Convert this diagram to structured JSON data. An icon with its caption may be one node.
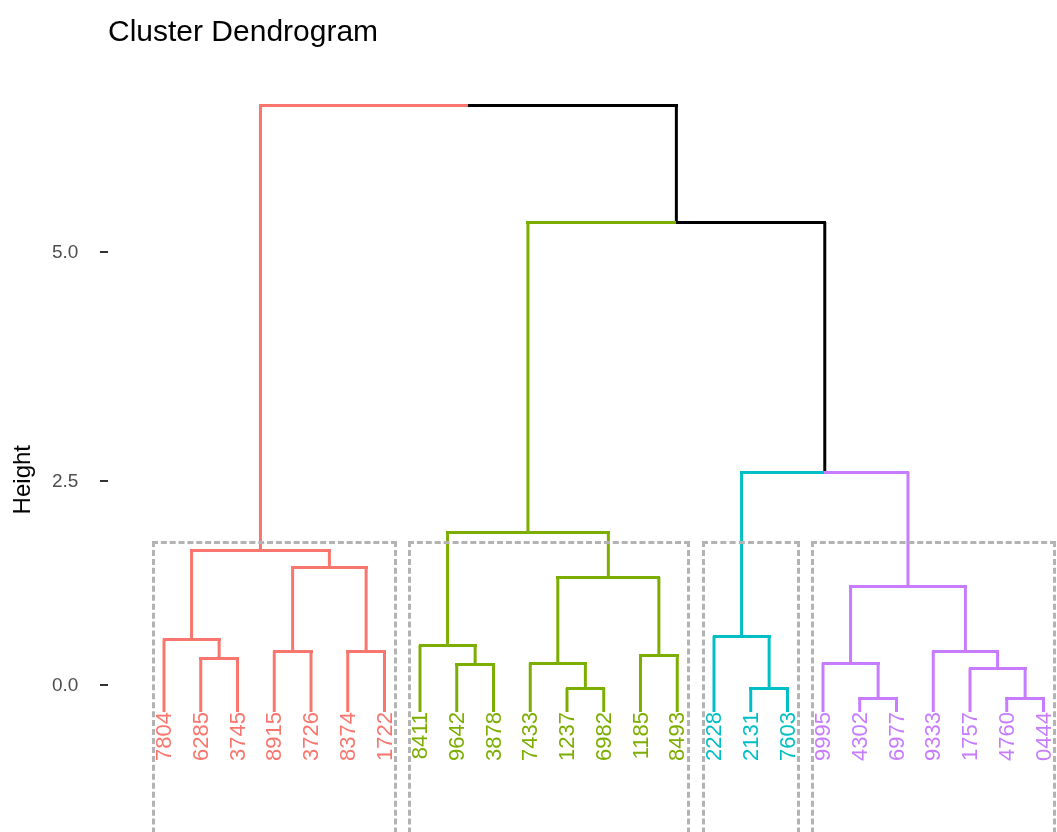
{
  "diagram": {
    "title": "Cluster Dendrogram",
    "nodes": [
      {
        "text": [],
        "shape": "box"
      },
      {
        "text": [],
        "shape": "box"
      },
      {
        "text": [],
        "shape": "box"
      },
      {
        "text": [],
        "shape": "box"
      },
      {
        "text": [
          "7804"
        ],
        "in": 0
      },
      {
        "text": [
          "6285"
        ],
        "in": 0
      },
      {
        "text": [
          "3745"
        ],
        "in": 0
      },
      {
        "text": [
          "8915"
        ],
        "in": 0
      },
      {
        "text": [
          "3726"
        ],
        "in": 0
      },
      {
        "text": [
          "8374"
        ],
        "in": 0
      },
      {
        "text": [
          "1722"
        ],
        "in": 0
      },
      {
        "text": [
          "8411"
        ],
        "in": 1
      },
      {
        "text": [
          "9642"
        ],
        "in": 1
      },
      {
        "text": [
          "3878"
        ],
        "in": 1
      },
      {
        "text": [
          "7433"
        ],
        "in": 1
      },
      {
        "text": [
          "1237"
        ],
        "in": 1
      },
      {
        "text": [
          "6982"
        ],
        "in": 1
      },
      {
        "text": [
          "1185"
        ],
        "in": 1
      },
      {
        "text": [
          "8493"
        ],
        "in": 1
      },
      {
        "text": [
          "2228"
        ],
        "in": 2
      },
      {
        "text": [
          "2131"
        ],
        "in": 2
      },
      {
        "text": [
          "7603"
        ],
        "in": 2
      },
      {
        "text": [
          "9995"
        ],
        "in": 3
      },
      {
        "text": [
          "4302"
        ],
        "in": 3
      },
      {
        "text": [
          "6977"
        ],
        "in": 3
      },
      {
        "text": [
          "9333"
        ],
        "in": 3
      },
      {
        "text": [
          "1757"
        ],
        "in": 3
      },
      {
        "text": [
          "4760"
        ],
        "in": 3
      },
      {
        "text": [
          "0444"
        ],
        "in": 3
      },
      {
        "text": [],
        "shape": "bar"
      },
      {
        "text": [],
        "shape": "bar"
      },
      {
        "text": [],
        "shape": "bar"
      },
      {
        "text": [],
        "shape": "bar"
      },
      {
        "text": [],
        "shape": "bar",
        "in": 0
      },
      {
        "text": [],
        "shape": "bar",
        "in": 0
      },
      {
        "text": [],
        "shape": "bar",
        "in": 1
      },
      {
        "text": [],
        "shape": "bar",
        "in": 3
      },
      {
        "text": [],
        "shape": "bar",
        "in": 2
      },
      {
        "text": [],
        "shape": "bar",
        "in": 0
      },
      {
        "text": [],
        "shape": "bar",
        "in": 1
      },
      {
        "text": [],
        "shape": "bar",
        "in": 0
      },
      {
        "text": [],
        "shape": "bar",
        "in": 0
      },
      {
        "text": [],
        "shape": "bar",
        "in": 3
      },
      {
        "text": [],
        "shape": "bar",
        "in": 1
      },
      {
        "text": [],
        "shape": "bar",
        "in": 0
      },
      {
        "text": [],
        "shape": "bar",
        "in": 1
      },
      {
        "text": [],
        "shape": "bar",
        "in": 3
      },
      {
        "text": [],
        "shape": "bar",
        "in": 1
      },
      {
        "text": [],
        "shape": "bar",
        "in": 3
      },
      {
        "text": [],
        "shape": "bar",
        "in": 1
      },
      {
        "text": [],
        "shape": "bar",
        "in": 2
      },
      {
        "text": [],
        "shape": "bar",
        "in": 3
      },
      {
        "text": [],
        "shape": "bar",
        "in": 3
      }
    ],
    "edges": [
      {
        "from": 44,
        "to": 5,
        "arrow": "none",
        "color": "#f8766d"
      },
      {
        "from": 44,
        "to": 6,
        "arrow": "none",
        "color": "#f8766d"
      },
      {
        "from": 38,
        "to": 4,
        "arrow": "none",
        "color": "#f8766d"
      },
      {
        "from": 38,
        "to": 44,
        "arrow": "none",
        "color": "#f8766d"
      },
      {
        "from": 40,
        "to": 7,
        "arrow": "none",
        "color": "#f8766d"
      },
      {
        "from": 40,
        "to": 8,
        "arrow": "none",
        "color": "#f8766d"
      },
      {
        "from": 41,
        "to": 9,
        "arrow": "none",
        "color": "#f8766d"
      },
      {
        "from": 41,
        "to": 10,
        "arrow": "none",
        "color": "#f8766d"
      },
      {
        "from": 34,
        "to": 40,
        "arrow": "none",
        "color": "#f8766d"
      },
      {
        "from": 34,
        "to": 41,
        "arrow": "none",
        "color": "#f8766d"
      },
      {
        "from": 33,
        "to": 38,
        "arrow": "none",
        "color": "#f8766d"
      },
      {
        "from": 33,
        "to": 34,
        "arrow": "none",
        "color": "#f8766d"
      },
      {
        "from": 47,
        "to": 12,
        "arrow": "none"
      },
      {
        "from": 47,
        "to": 13,
        "arrow": "none"
      },
      {
        "from": 39,
        "to": 11,
        "arrow": "none"
      },
      {
        "from": 39,
        "to": 47,
        "arrow": "none"
      },
      {
        "from": 49,
        "to": 15,
        "arrow": "none"
      },
      {
        "from": 49,
        "to": 16,
        "arrow": "none"
      },
      {
        "from": 45,
        "to": 14,
        "arrow": "none"
      },
      {
        "from": 45,
        "to": 49,
        "arrow": "none"
      },
      {
        "from": 43,
        "to": 17,
        "arrow": "none"
      },
      {
        "from": 43,
        "to": 18,
        "arrow": "none"
      },
      {
        "from": 35,
        "to": 45,
        "arrow": "none"
      },
      {
        "from": 35,
        "to": 43,
        "arrow": "none"
      },
      {
        "from": 32,
        "to": 39,
        "arrow": "none"
      },
      {
        "from": 32,
        "to": 35,
        "arrow": "none"
      },
      {
        "from": 50,
        "to": 20,
        "arrow": "none",
        "color": "#00bfc4"
      },
      {
        "from": 50,
        "to": 21,
        "arrow": "none",
        "color": "#00bfc4"
      },
      {
        "from": 37,
        "to": 19,
        "arrow": "none",
        "color": "#00bfc4"
      },
      {
        "from": 37,
        "to": 50,
        "arrow": "none",
        "color": "#00bfc4"
      },
      {
        "from": 51,
        "to": 23,
        "arrow": "none",
        "color": "#c77cff"
      },
      {
        "from": 51,
        "to": 24,
        "arrow": "none",
        "color": "#c77cff"
      },
      {
        "from": 46,
        "to": 22,
        "arrow": "none",
        "color": "#c77cff"
      },
      {
        "from": 46,
        "to": 51,
        "arrow": "none",
        "color": "#c77cff"
      },
      {
        "from": 52,
        "to": 27,
        "arrow": "none",
        "color": "#c77cff"
      },
      {
        "from": 52,
        "to": 28,
        "arrow": "none",
        "color": "#c77cff"
      },
      {
        "from": 48,
        "to": 26,
        "arrow": "none",
        "color": "#c77cff"
      },
      {
        "from": 48,
        "to": 52,
        "arrow": "none",
        "color": "#c77cff"
      },
      {
        "from": 42,
        "to": 25,
        "arrow": "none",
        "color": "#c77cff"
      },
      {
        "from": 42,
        "to": 48,
        "arrow": "none",
        "color": "#c77cff"
      },
      {
        "from": 36,
        "to": 46,
        "arrow": "none",
        "color": "#c77cff"
      },
      {
        "from": 36,
        "to": 42,
        "arrow": "none",
        "color": "#c77cff"
      },
      {
        "from": 31,
        "to": 37,
        "arrow": "none",
        "color": "#00bfc4"
      },
      {
        "from": 31,
        "to": 36,
        "arrow": "none",
        "color": "#c77cff"
      },
      {
        "from": 30,
        "to": 32,
        "arrow": "none"
      },
      {
        "from": 30,
        "to": 31,
        "arrow": "none",
        "color": "#000000"
      },
      {
        "from": 29,
        "to": 33,
        "arrow": "none",
        "color": "#f8766d"
      },
      {
        "from": 29,
        "to": 30,
        "arrow": "none",
        "color": "#000000"
      }
    ],
    "labels": [
      "5.0",
      "Height",
      "2.5",
      "0.0"
    ]
  }
}
